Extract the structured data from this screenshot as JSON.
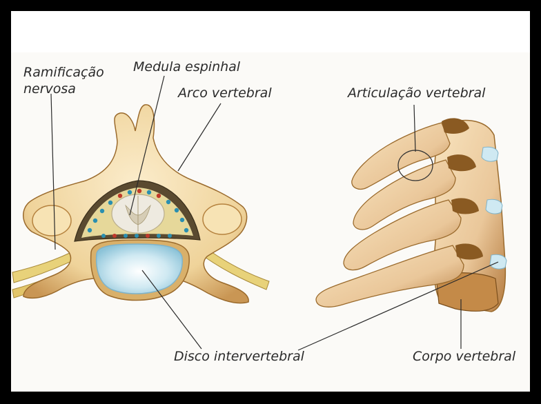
{
  "labels": {
    "ramificacao_line1": "Ramificação",
    "ramificacao_line2": "nervosa",
    "medula": "Medula espinhal",
    "arco": "Arco vertebral",
    "articulacao": "Articulação vertebral",
    "disco": "Disco intervertebral",
    "corpo": "Corpo vertebral"
  },
  "colors": {
    "bone": "#f2dcaa",
    "bone_dark": "#d9b06a",
    "bone_shadow": "#9a6a2c",
    "disc": "#cfe9f2",
    "disc_edge": "#7fb3c9",
    "nerve": "#e8d27a",
    "vein_blue": "#2a8fb0",
    "vein_red": "#c0392b",
    "cord": "#eeeae0"
  }
}
